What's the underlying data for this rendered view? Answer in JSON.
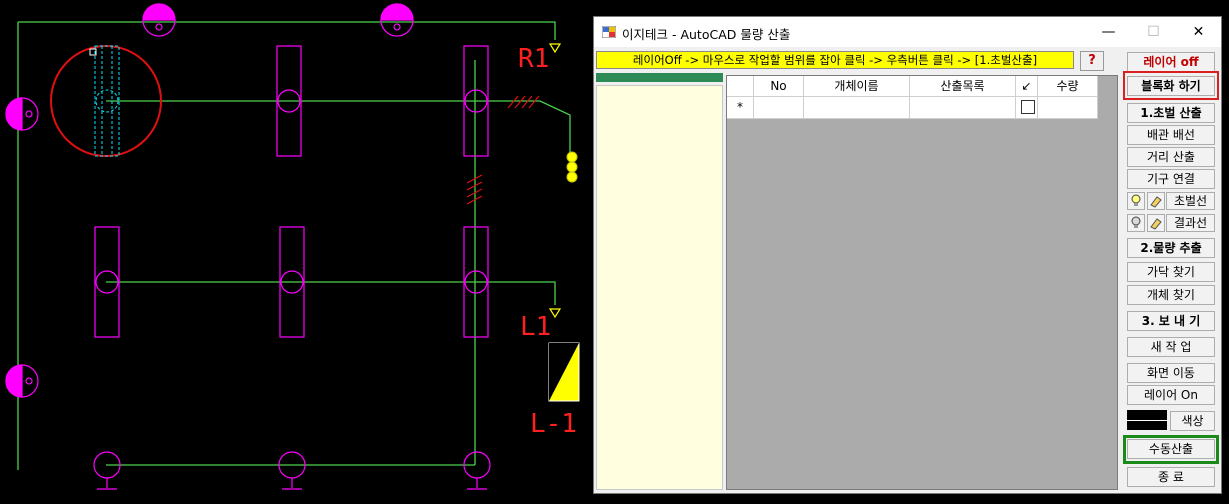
{
  "cad": {
    "labels": [
      {
        "text": "R1",
        "name": "cad-label-r1"
      },
      {
        "text": "L1",
        "name": "cad-label-l1"
      },
      {
        "text": "L-1",
        "name": "cad-label-l-1"
      }
    ],
    "colors": {
      "wire": "#4cd24c",
      "fixture": "#ff00ff",
      "highlight": "#e01010",
      "dashed": "#00e5ff",
      "yellow": "#ffff00"
    }
  },
  "window": {
    "title": "이지테크 - AutoCAD 물량 산출",
    "min_label": "—",
    "max_label": "☐",
    "close_label": "✕"
  },
  "toolbar": {
    "instruction": "레이어Off -> 마우스로 작업할 범위를 잡아 클릭 -> 우측버튼 클릭 -> [1.초벌산출]",
    "help_label": "?"
  },
  "grid": {
    "columns": [
      "No",
      "개체이름",
      "산출목록",
      "↙",
      "수량"
    ],
    "new_row_marker": "*"
  },
  "buttons": {
    "layer_off": "레이어 off",
    "blockify": "블록화 하기",
    "rough_calc": "1.초벌 산출",
    "pipe_wiring": "배관 배선",
    "distance_calc": "거리 산출",
    "fixture_link": "기구 연결",
    "rough_line": "초벌선",
    "result_line": "결과선",
    "quantity_extract": "2.물량 추출",
    "find_branch": "가닥 찾기",
    "find_object": "개체 찾기",
    "export": "3. 보 내 기",
    "new_job": "새 작 업",
    "move_screen": "화면 이동",
    "layer_on": "레이어 On",
    "color": "색상",
    "manual_calc": "수동산출",
    "exit": "종 료"
  }
}
